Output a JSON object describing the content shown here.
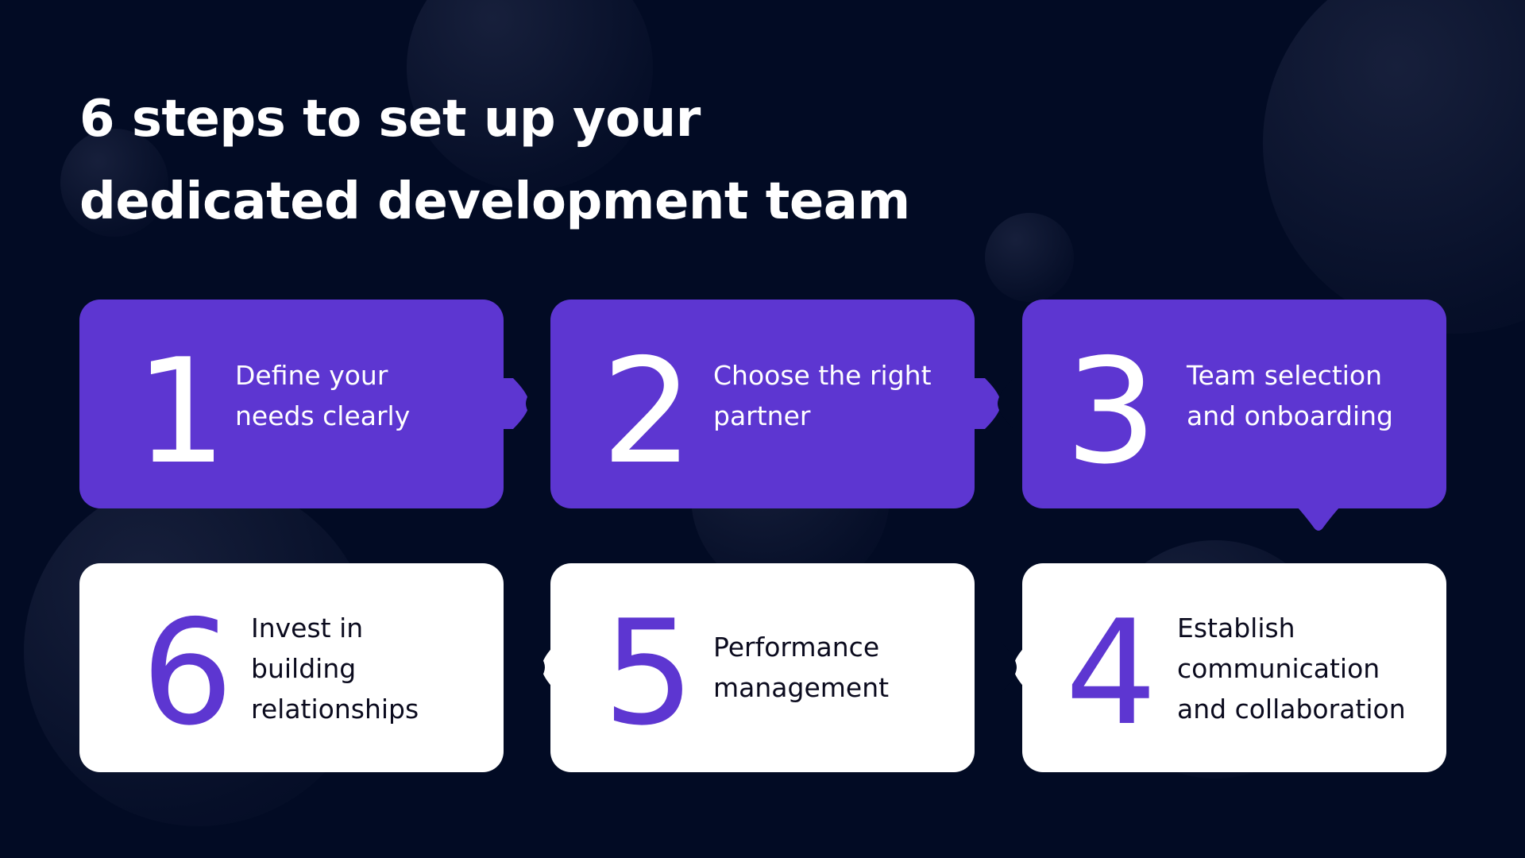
{
  "title": {
    "line1": "6 steps to set up your",
    "line2": "dedicated development team"
  },
  "colors": {
    "background": "#020b24",
    "accent": "#5d36d1",
    "card_light": "#ffffff",
    "text_dark": "#0b0b1e"
  },
  "steps": [
    {
      "number": "1",
      "lines": [
        "Define your",
        "needs clearly"
      ]
    },
    {
      "number": "2",
      "lines": [
        "Choose the right",
        "partner"
      ]
    },
    {
      "number": "3",
      "lines": [
        "Team selection",
        "and onboarding"
      ]
    },
    {
      "number": "4",
      "lines": [
        "Establish",
        "communication",
        "and collaboration"
      ]
    },
    {
      "number": "5",
      "lines": [
        "Performance",
        "management"
      ]
    },
    {
      "number": "6",
      "lines": [
        "Invest in",
        "building",
        "relationships"
      ]
    }
  ]
}
